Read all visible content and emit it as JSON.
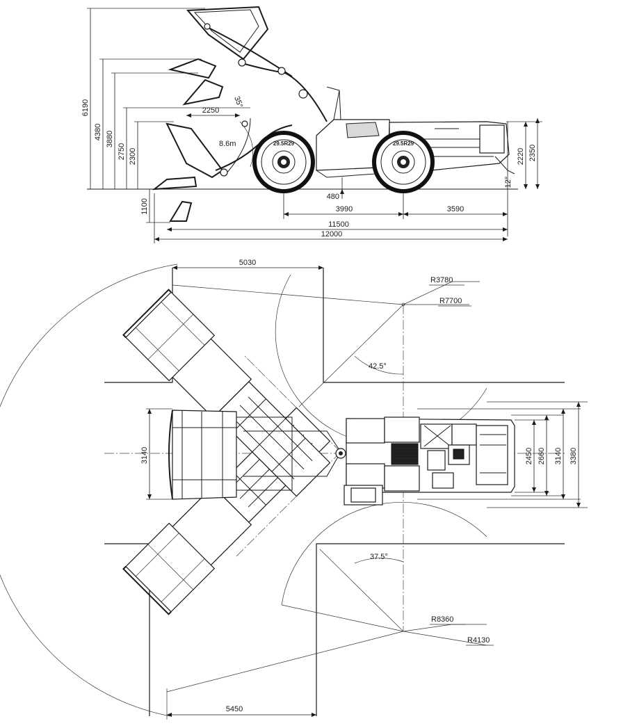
{
  "side_view": {
    "heights": {
      "h6190": "6190",
      "h4380": "4380",
      "h3880": "3880",
      "h2750": "2750",
      "h2300": "2300",
      "h1100": "1100"
    },
    "reach": "2250",
    "angle_dump": "35°",
    "turn_radius": "8.6m",
    "tire_label": "29.5R29",
    "clearance": "480",
    "wheelbase_front": "3990",
    "wheelbase_rear": "3590",
    "length_bucket": "11500",
    "length_total": "12000",
    "right_heights": {
      "h2220": "2220",
      "h2350": "2350"
    },
    "angle_departure": "12°"
  },
  "top_view": {
    "width_top": "5030",
    "radius_outer_top": "R3780",
    "radius_inner_top": "R7700",
    "angle_top": "42.5°",
    "width_left": "3140",
    "widths_right": {
      "w2450": "2450",
      "w2660": "2660",
      "w3140": "3140",
      "w3380": "3380"
    },
    "angle_bottom": "37.5°",
    "radius_outer_bottom": "R8360",
    "radius_inner_bottom": "R4130",
    "width_bottom": "5450"
  }
}
